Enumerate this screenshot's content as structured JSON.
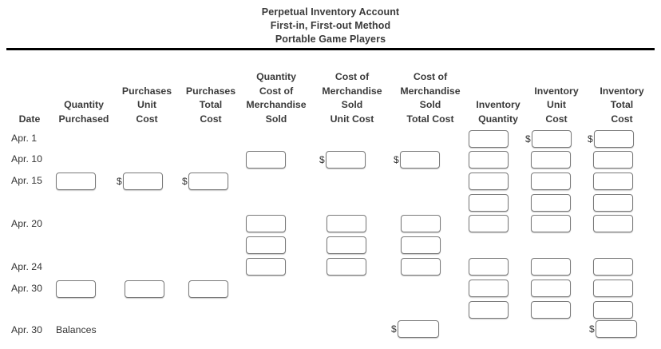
{
  "title": {
    "line1": "Perpetual Inventory Account",
    "line2": "First-in, First-out Method",
    "line3": "Portable Game Players"
  },
  "headers": {
    "date": "Date",
    "quantity_purchased": "Quantity\nPurchased",
    "purchases_unit_cost": "Purchases\nUnit\nCost",
    "purchases_total_cost": "Purchases\nTotal\nCost",
    "quantity_cogs": "Quantity\nCost of\nMerchandise\nSold",
    "cogs_unit_cost": "Cost of\nMerchandise\nSold\nUnit Cost",
    "cogs_total_cost": "Cost of\nMerchandise\nSold\nTotal Cost",
    "inventory_quantity": "Inventory\nQuantity",
    "inventory_unit_cost": "Inventory\nUnit\nCost",
    "inventory_total_cost": "Inventory\nTotal\nCost"
  },
  "rows": [
    {
      "date": "Apr. 1"
    },
    {
      "date": "Apr. 10"
    },
    {
      "date": "Apr. 15"
    },
    {
      "date": "Apr. 20"
    },
    {
      "date": "Apr. 24"
    },
    {
      "date": "Apr. 30"
    },
    {
      "date": "Apr. 30",
      "label": "Balances"
    }
  ],
  "currency_symbol": "$",
  "inputs": {
    "apr15_quantity_purchased": "",
    "apr15_purchases_unit_cost": "",
    "apr15_purchases_total_cost": "",
    "apr30_quantity_purchased": "",
    "apr30_purchases_unit_cost": "",
    "apr30_purchases_total_cost": "",
    "apr10_quantity_cogs": "",
    "apr10_cogs_unit_cost": "",
    "apr10_cogs_total_cost": "",
    "apr20a_quantity_cogs": "",
    "apr20a_cogs_unit_cost": "",
    "apr20a_cogs_total_cost": "",
    "apr20b_quantity_cogs": "",
    "apr20b_cogs_unit_cost": "",
    "apr20b_cogs_total_cost": "",
    "apr24_quantity_cogs": "",
    "apr24_cogs_unit_cost": "",
    "apr24_cogs_total_cost": "",
    "balances_cogs_total_cost": "",
    "inv_q_1": "",
    "inv_u_1": "",
    "inv_t_1": "",
    "inv_q_2": "",
    "inv_u_2": "",
    "inv_t_2": "",
    "inv_q_3": "",
    "inv_u_3": "",
    "inv_t_3": "",
    "inv_q_4": "",
    "inv_u_4": "",
    "inv_t_4": "",
    "inv_q_5": "",
    "inv_u_5": "",
    "inv_t_5": "",
    "inv_q_6": "",
    "inv_u_6": "",
    "inv_t_6": "",
    "inv_q_7": "",
    "inv_u_7": "",
    "inv_t_7": "",
    "inv_q_8": "",
    "inv_u_8": "",
    "inv_t_8": "",
    "balances_inventory_total_cost": ""
  },
  "colors": {
    "rule": "#000000",
    "text": "#333333",
    "header_text": "#3a3a3a",
    "box_border": "#7a7a7a",
    "background": "#ffffff"
  }
}
